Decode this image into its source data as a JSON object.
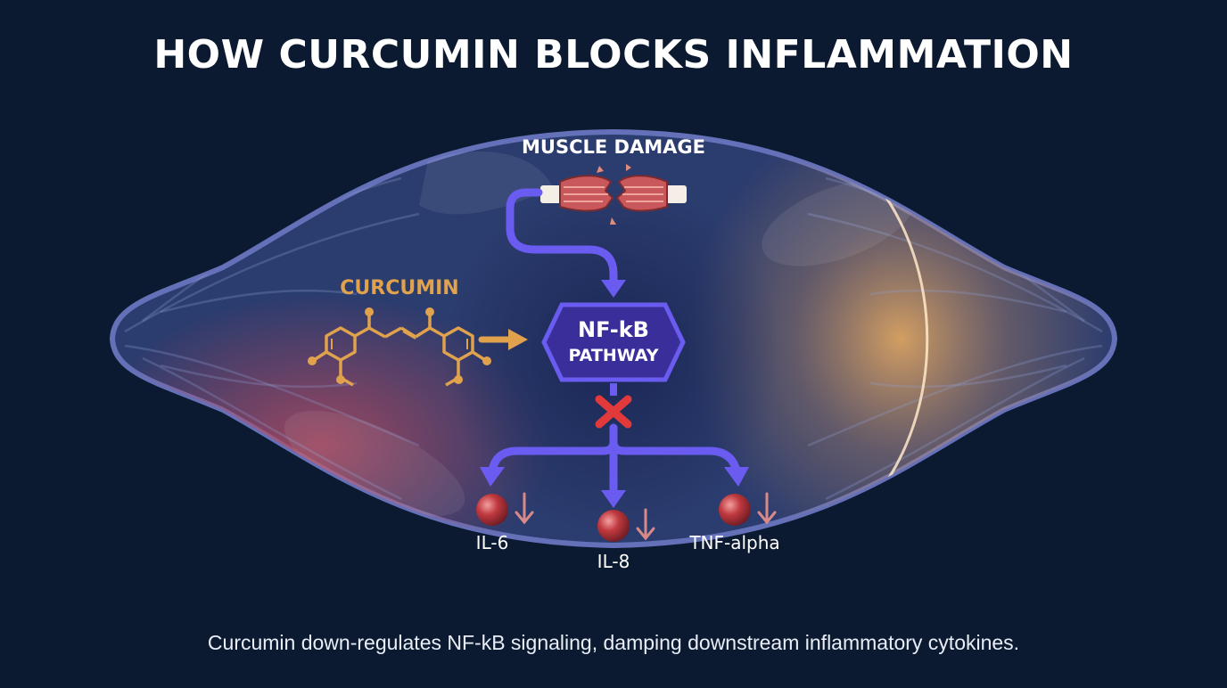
{
  "title": "HOW CURCUMIN BLOCKS INFLAMMATION",
  "caption": "Curcumin down-regulates NF-kB signaling, damping downstream inflammatory cytokines.",
  "nodes": {
    "trigger": "MUSCLE DAMAGE",
    "molecule": "CURCUMIN",
    "pathway_line1": "NF-kB",
    "pathway_line2": "PATHWAY"
  },
  "cytokines": [
    {
      "label": "IL-6",
      "trend": "down"
    },
    {
      "label": "IL-8",
      "trend": "down"
    },
    {
      "label": "TNF-alpha",
      "trend": "down"
    }
  ],
  "icons": {
    "torn_muscle": "torn-muscle-icon",
    "molecule": "curcumin-molecule-icon",
    "block": "block-x-icon",
    "cell": "cytokine-cell-icon",
    "arrow_down": "down-arrow-icon"
  },
  "colors": {
    "background": "#0b1a30",
    "muscle_fill": "#2b3c6e",
    "muscle_outline": "#6470b8",
    "flow_arrow": "#6a5cf0",
    "curcumin": "#e0a24c",
    "pathway_fill": "#3a2f9a",
    "block_x": "#e23a3a",
    "cytokine": "#c0393f",
    "trend_arrow": "#d88a8a"
  }
}
